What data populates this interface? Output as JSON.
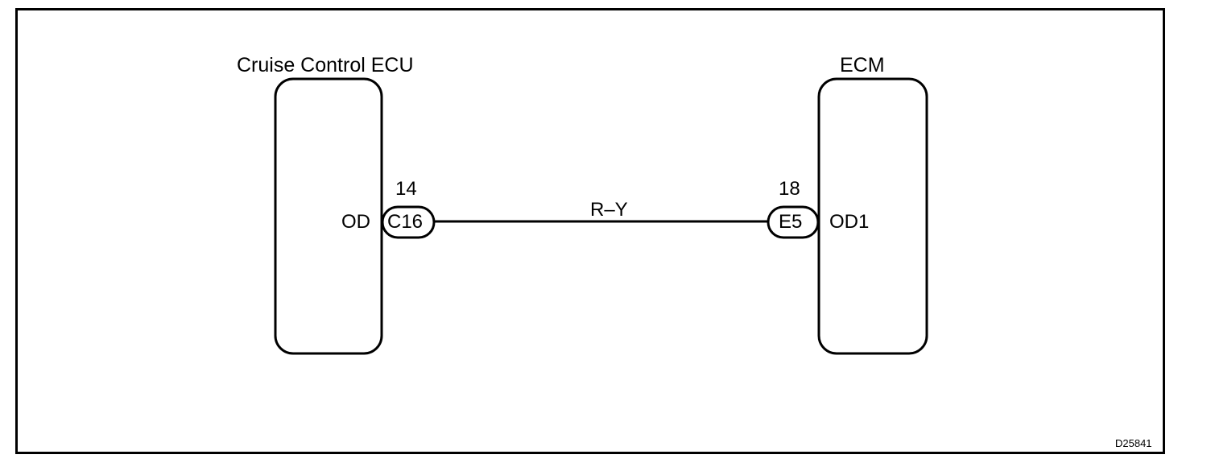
{
  "components": {
    "left": {
      "title": "Cruise Control ECU",
      "pin_number": "14",
      "pin_name": "OD",
      "connector": "C16"
    },
    "right": {
      "title": "ECM",
      "pin_number": "18",
      "pin_name": "OD1",
      "connector": "E5"
    }
  },
  "wire": {
    "color_code": "R–Y"
  },
  "drawing_id": "D25841",
  "colors": {
    "line": "#000000",
    "background": "#ffffff"
  }
}
